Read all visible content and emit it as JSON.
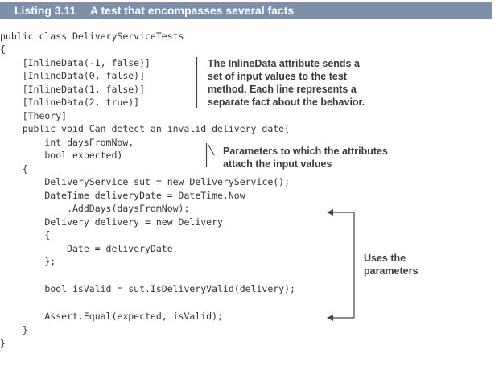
{
  "listing": {
    "number": "Listing 3.11",
    "title": "A test that encompasses several facts"
  },
  "code_lines": [
    "public class DeliveryServiceTests",
    "{",
    "    [InlineData(-1, false)]",
    "    [InlineData(0, false)]",
    "    [InlineData(1, false)]",
    "    [InlineData(2, true)]",
    "    [Theory]",
    "    public void Can_detect_an_invalid_delivery_date(",
    "        int daysFromNow,",
    "        bool expected)",
    "    {",
    "        DeliveryService sut = new DeliveryService();",
    "        DateTime deliveryDate = DateTime.Now",
    "            .AddDays(daysFromNow);",
    "        Delivery delivery = new Delivery",
    "        {",
    "            Date = deliveryDate",
    "        };",
    "",
    "        bool isValid = sut.IsDeliveryValid(delivery);",
    "",
    "        Assert.Equal(expected, isValid);",
    "    }",
    "}"
  ],
  "annotations": {
    "inline_data": [
      "The InlineData attribute sends a",
      "set of input values to the test",
      "method. Each line represents a",
      "separate fact about the behavior."
    ],
    "parameters": [
      "Parameters to which the attributes",
      "attach the input values"
    ],
    "uses_parameters": [
      "Uses the",
      "parameters"
    ]
  }
}
